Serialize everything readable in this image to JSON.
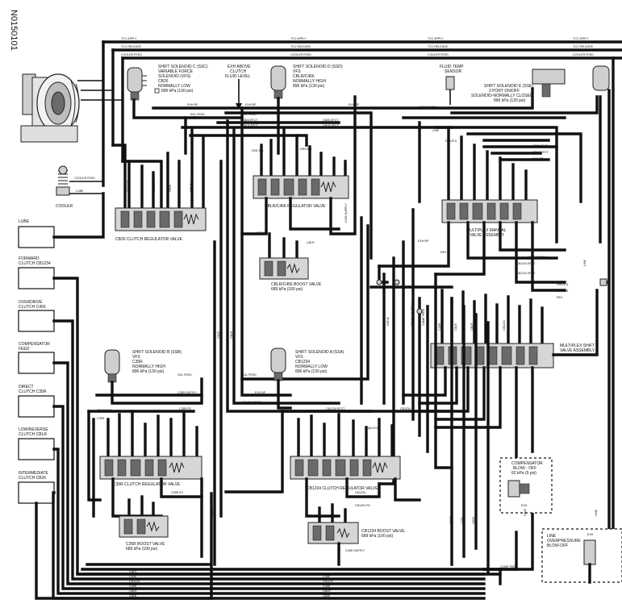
{
  "figure_code": "N0150101",
  "top_lines": [
    "TCC APPLY",
    "TCC RELEASE",
    "COOLER FEED"
  ],
  "exh_sensor": [
    "EXH ABOVE",
    "CLUTCH",
    "FLUID LEVEL"
  ],
  "solenoids": {
    "c": [
      "SHIFT SOLENOID C (SSC)",
      "VARIABLE FORCE",
      "SOLENOID (VFS)",
      "CB26",
      "NORMALLY LOW",
      "896 kPa (130 psi)"
    ],
    "d": [
      "SHIFT SOLENOID D (SSD)",
      "VFS",
      "CBLR/C456",
      "NORMALLY HIGH",
      "896 kPa (130 psi)"
    ],
    "e": [
      "SHIFT SOLENOID E (SSE)",
      "3 PORT ON/OFF",
      "SOLENOID-NORMALLY CLOSED",
      "896 kPa (130 psi)"
    ],
    "b": [
      "SHIFT SOLENOID B (SSB)",
      "VFS",
      "C35R",
      "NORMALLY HIGH",
      "896 kPa (130 psi)"
    ],
    "a": [
      "SHIFT SOLENOID A (SSA)",
      "VFS",
      "CB1234",
      "NORMALLY LOW",
      "896 kPa (130 psi)"
    ]
  },
  "fluid_temp_sensor": [
    "FLUID TEMP",
    "SENSOR"
  ],
  "cooler_label": "COOLER",
  "cooler_feed": "COOLER FEED",
  "lube": "LUBE",
  "clutches": [
    [
      "LUBE"
    ],
    [
      "FORWARD",
      "CLUTCH CB1234"
    ],
    [
      "OVERDRIVE",
      "CLUTCH C456"
    ],
    [
      "COMPENSATOR",
      "FEED"
    ],
    [
      "DIRECT",
      "CLUTCH C35R"
    ],
    [
      "LOW/REVERSE",
      "CLUTCH CBLR"
    ],
    [
      "INTERMEDIATE",
      "CLUTCH CB26"
    ]
  ],
  "valves": {
    "cb26_reg": "CB26 CLUTCH REGULATOR VALVE",
    "cblr_reg": "CBLR/C456 REGULATOR VALVE",
    "cblr_boost": [
      "CBLR/C456 BOOST VALVE",
      "689 kPa (100 psi)"
    ],
    "manual": [
      "MULTIPLEX MANUAL",
      "VALVE ASSEMBLY"
    ],
    "shift": [
      "MULTIPLEX SHIFT",
      "VALVE ASSEMBLY"
    ],
    "c35r_reg": "C35R CLUTCH REGULATOR VALVE",
    "c35r_boost": [
      "C35R BOOST VALVE",
      "689 kPa (100 psi)"
    ],
    "cb1234_reg": "CB1234 CLUTCH REGULATOR VALVE",
    "cb1234_boost": [
      "CB1234 BOOST VALVE",
      "689 kPa (100 psi)"
    ],
    "compensator": [
      "COMPENSATOR",
      "BLOW - OFF",
      "62 kPa (9 psi)"
    ],
    "line_blow": [
      "LINE",
      "OVERPRESSURE",
      "BLOW-OFF"
    ]
  },
  "small_labels": {
    "sol_feed": "SOL FEED",
    "exh_bp": "EXH BP",
    "exh": "EXH",
    "c35r_supply": "C35R SUPPLY",
    "c35r_fd": "C35R FD",
    "c456_supply": "C456 SUPPLY",
    "cbl_feed": "CB1234 SUPPLY",
    "drive": "DRIVE",
    "drive_a": "DRIVE A",
    "drive_b": "DRIVE B",
    "rev": "REV",
    "rev_supply": "REV/SUPPLY",
    "line": "LINE",
    "ssd_sig": "SSD SIG",
    "ssa_sig": "SSA SIG",
    "ssb_sig": "SSB SIG",
    "ssc_sig": "SSC SIG",
    "cb26": "CB26",
    "c35r": "C35R",
    "cblr": "CBLR",
    "c456": "C456",
    "cb1234": "CB1234",
    "cb1234_fd": "CB1234 FD",
    "cb1234_efct": "CB1234 EFCT",
    "cb26_efct": "CB26 EFCT",
    "cblr_efct": "CBLR EFCT",
    "comp_feed": "COMP FEED",
    "block": "(BLOCK)",
    "comp_feed_b": "COMP FEED",
    "compensator_blowoff": "COMPENSATOR BLOW-OFF",
    "exh_small": "EXH"
  }
}
